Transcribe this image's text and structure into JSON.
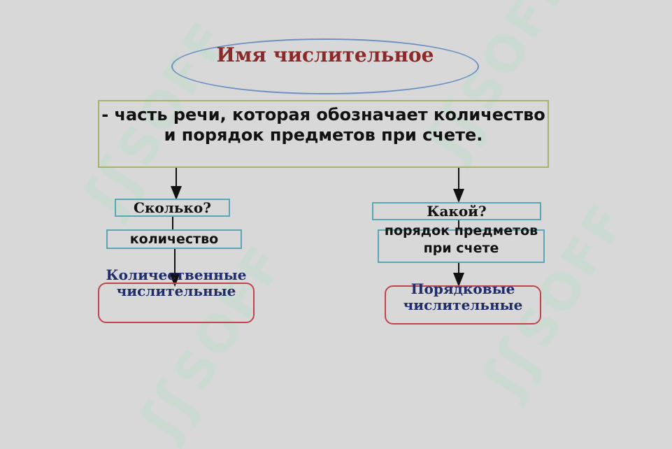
{
  "title": "Имя числительное",
  "definition": "- часть речи, которая обозначает количество и порядок предметов при счете.",
  "left": {
    "question": "Сколько?",
    "meaning": "количество",
    "result": "Количественные числительные"
  },
  "right": {
    "question": "Какой?",
    "meaning": "порядок предметов при счете",
    "result": "Порядковые числительные"
  },
  "watermark": "SOFF",
  "colors": {
    "title": "#8b2a2a",
    "ellipse_border": "#6b8fc2",
    "definition_border": "#a8b070",
    "question_border": "#5aa6b4",
    "result_border": "#c0444e",
    "result_text": "#1f2d6b",
    "watermark": "#c9ddd0"
  }
}
